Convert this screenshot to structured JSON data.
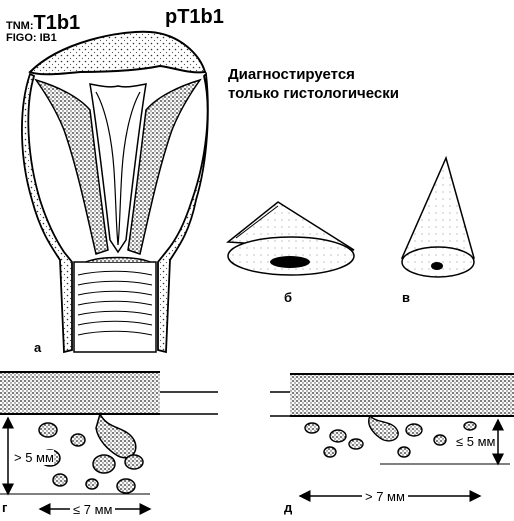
{
  "header": {
    "tnm_prefix": "TNM:",
    "tnm_stage": "T1b1",
    "figo": "FIGO: IB1",
    "ptnm_stage": "pT1b1"
  },
  "caption": {
    "line1": "Диагностируется",
    "line2": "только гистологически"
  },
  "panels": {
    "a": "а",
    "b": "б",
    "v": "в",
    "g": "г",
    "d": "д"
  },
  "measurements": {
    "g_depth": "> 5 мм",
    "g_width": "≤ 7 мм",
    "d_depth": "≤ 5 мм",
    "d_width": "> 7 мм"
  },
  "colors": {
    "ink": "#000000",
    "paper": "#ffffff",
    "stipple": "#555555"
  }
}
